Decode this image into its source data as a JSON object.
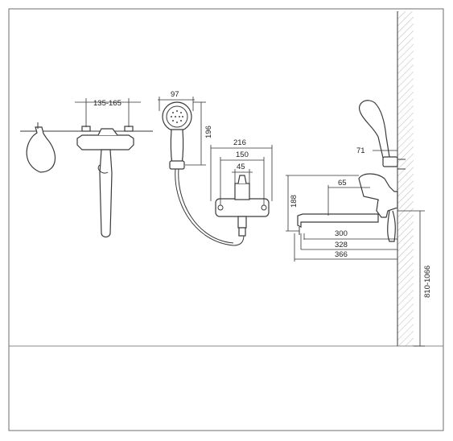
{
  "dimensions": {
    "mount_spacing": "135-165",
    "handshower_head_width": "97",
    "handshower_height": "196",
    "body_width_outer": "216",
    "body_width_mid": "150",
    "body_width_inner": "45",
    "spout_reach_300": "300",
    "spout_reach_328": "328",
    "spout_reach_366": "366",
    "spout_height": "188",
    "handle_offset": "65",
    "holder_offset": "71",
    "install_height": "810-1066"
  },
  "colors": {
    "line": "#3a3a3a",
    "frame": "#6e6e6e",
    "hatch": "#888888"
  }
}
